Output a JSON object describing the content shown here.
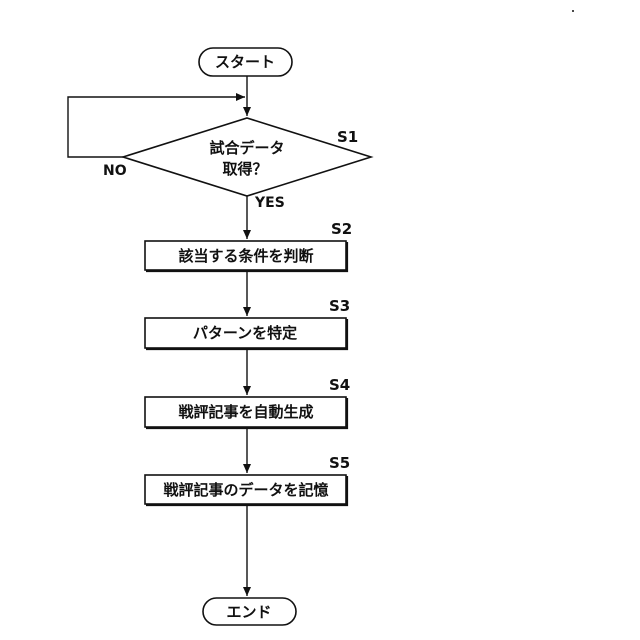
{
  "flowchart": {
    "start": {
      "label": "スタート"
    },
    "decision": {
      "line1": "試合データ",
      "line2": "取得？",
      "step": "S1",
      "no_label": "NO",
      "yes_label": "YES"
    },
    "steps": [
      {
        "step": "S2",
        "label": "該当する条件を判断"
      },
      {
        "step": "S3",
        "label": "パターンを特定"
      },
      {
        "step": "S4",
        "label": "戦評記事を自動生成"
      },
      {
        "step": "S5",
        "label": "戦評記事のデータを記憶"
      }
    ],
    "end": {
      "label": "エンド"
    }
  }
}
